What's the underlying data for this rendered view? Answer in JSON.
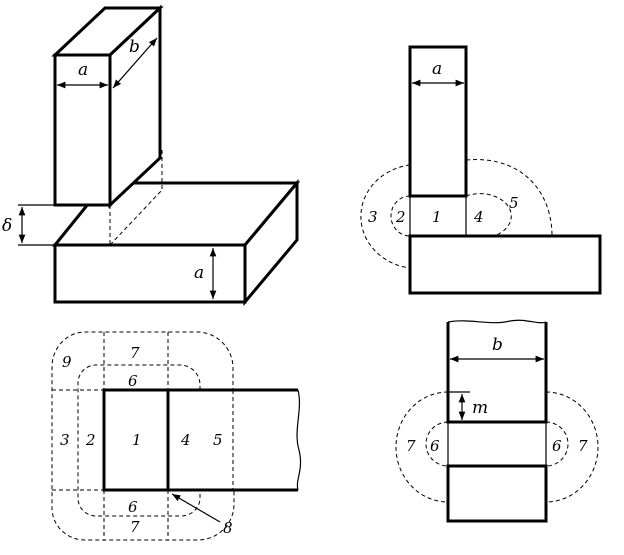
{
  "labels": {
    "a": "a",
    "b": "b",
    "delta": "δ",
    "m": "m"
  },
  "regions": {
    "r1": "1",
    "r2": "2",
    "r3": "3",
    "r4": "4",
    "r5": "5",
    "r6": "6",
    "r7": "7",
    "r8": "8",
    "r9": "9"
  },
  "colors": {
    "ink": "#000000",
    "paper": "#ffffff"
  }
}
